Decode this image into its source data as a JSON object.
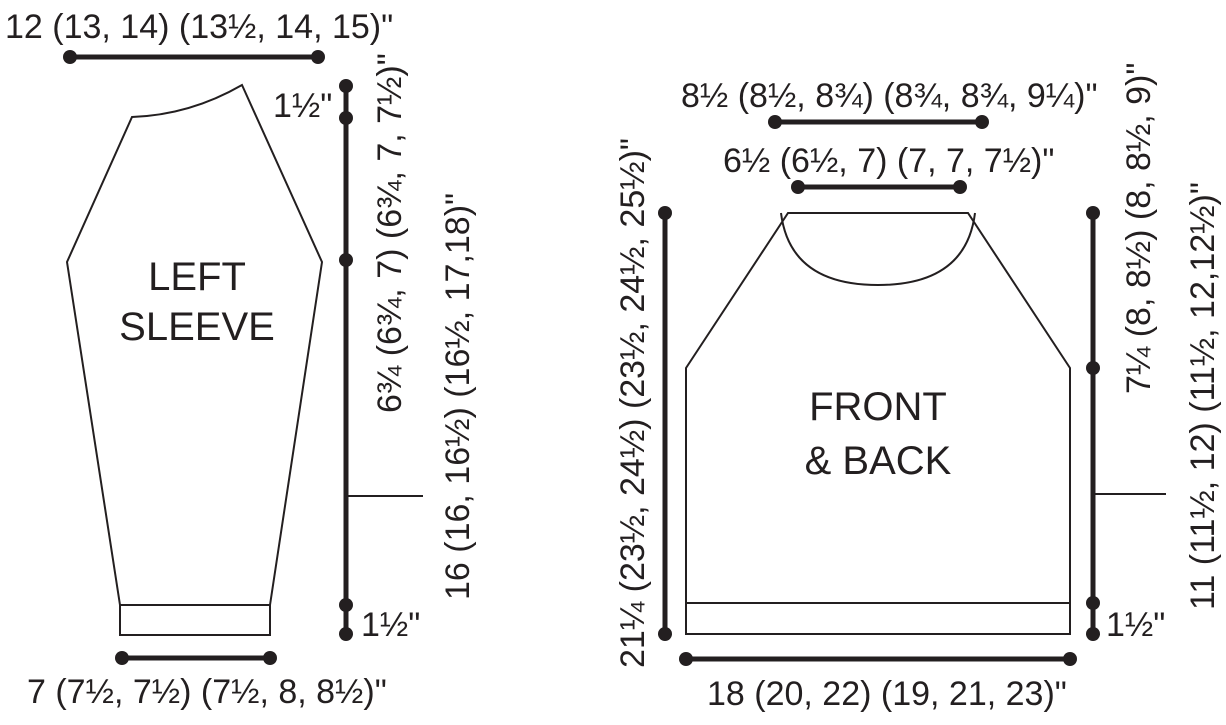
{
  "sleeve": {
    "label_line1": "LEFT",
    "label_line2": "SLEEVE",
    "top_width": "12 (13, 14) (13½, 14, 15)\"",
    "bottom_width": "7 (7½, 7½) (7½, 8, 8½)\"",
    "cap_top": "1½\"",
    "cuff": "1½\"",
    "cap_height": "6¾ (6¾, 7) (6¾, 7, 7½)\"",
    "length": "16 (16, 16½) (16½, 17,18)\""
  },
  "body": {
    "label_line1": "FRONT",
    "label_line2": "& BACK",
    "shoulder_width": "8½ (8½, 8¾) (8¾, 8¾, 9¼)\"",
    "neck_width": "6½ (6½, 7) (7, 7, 7½)\"",
    "total_length": "21¼ (23½, 24½) (23½, 24½, 25½)\"",
    "armhole": "7¼ (8, 8½) (8, 8½, 9)\"",
    "side_length": "11 (11½, 12) (11½, 12,12½)\"",
    "hem": "1½\"",
    "bottom_width": "18 (20, 22) (19, 21, 23)\""
  }
}
